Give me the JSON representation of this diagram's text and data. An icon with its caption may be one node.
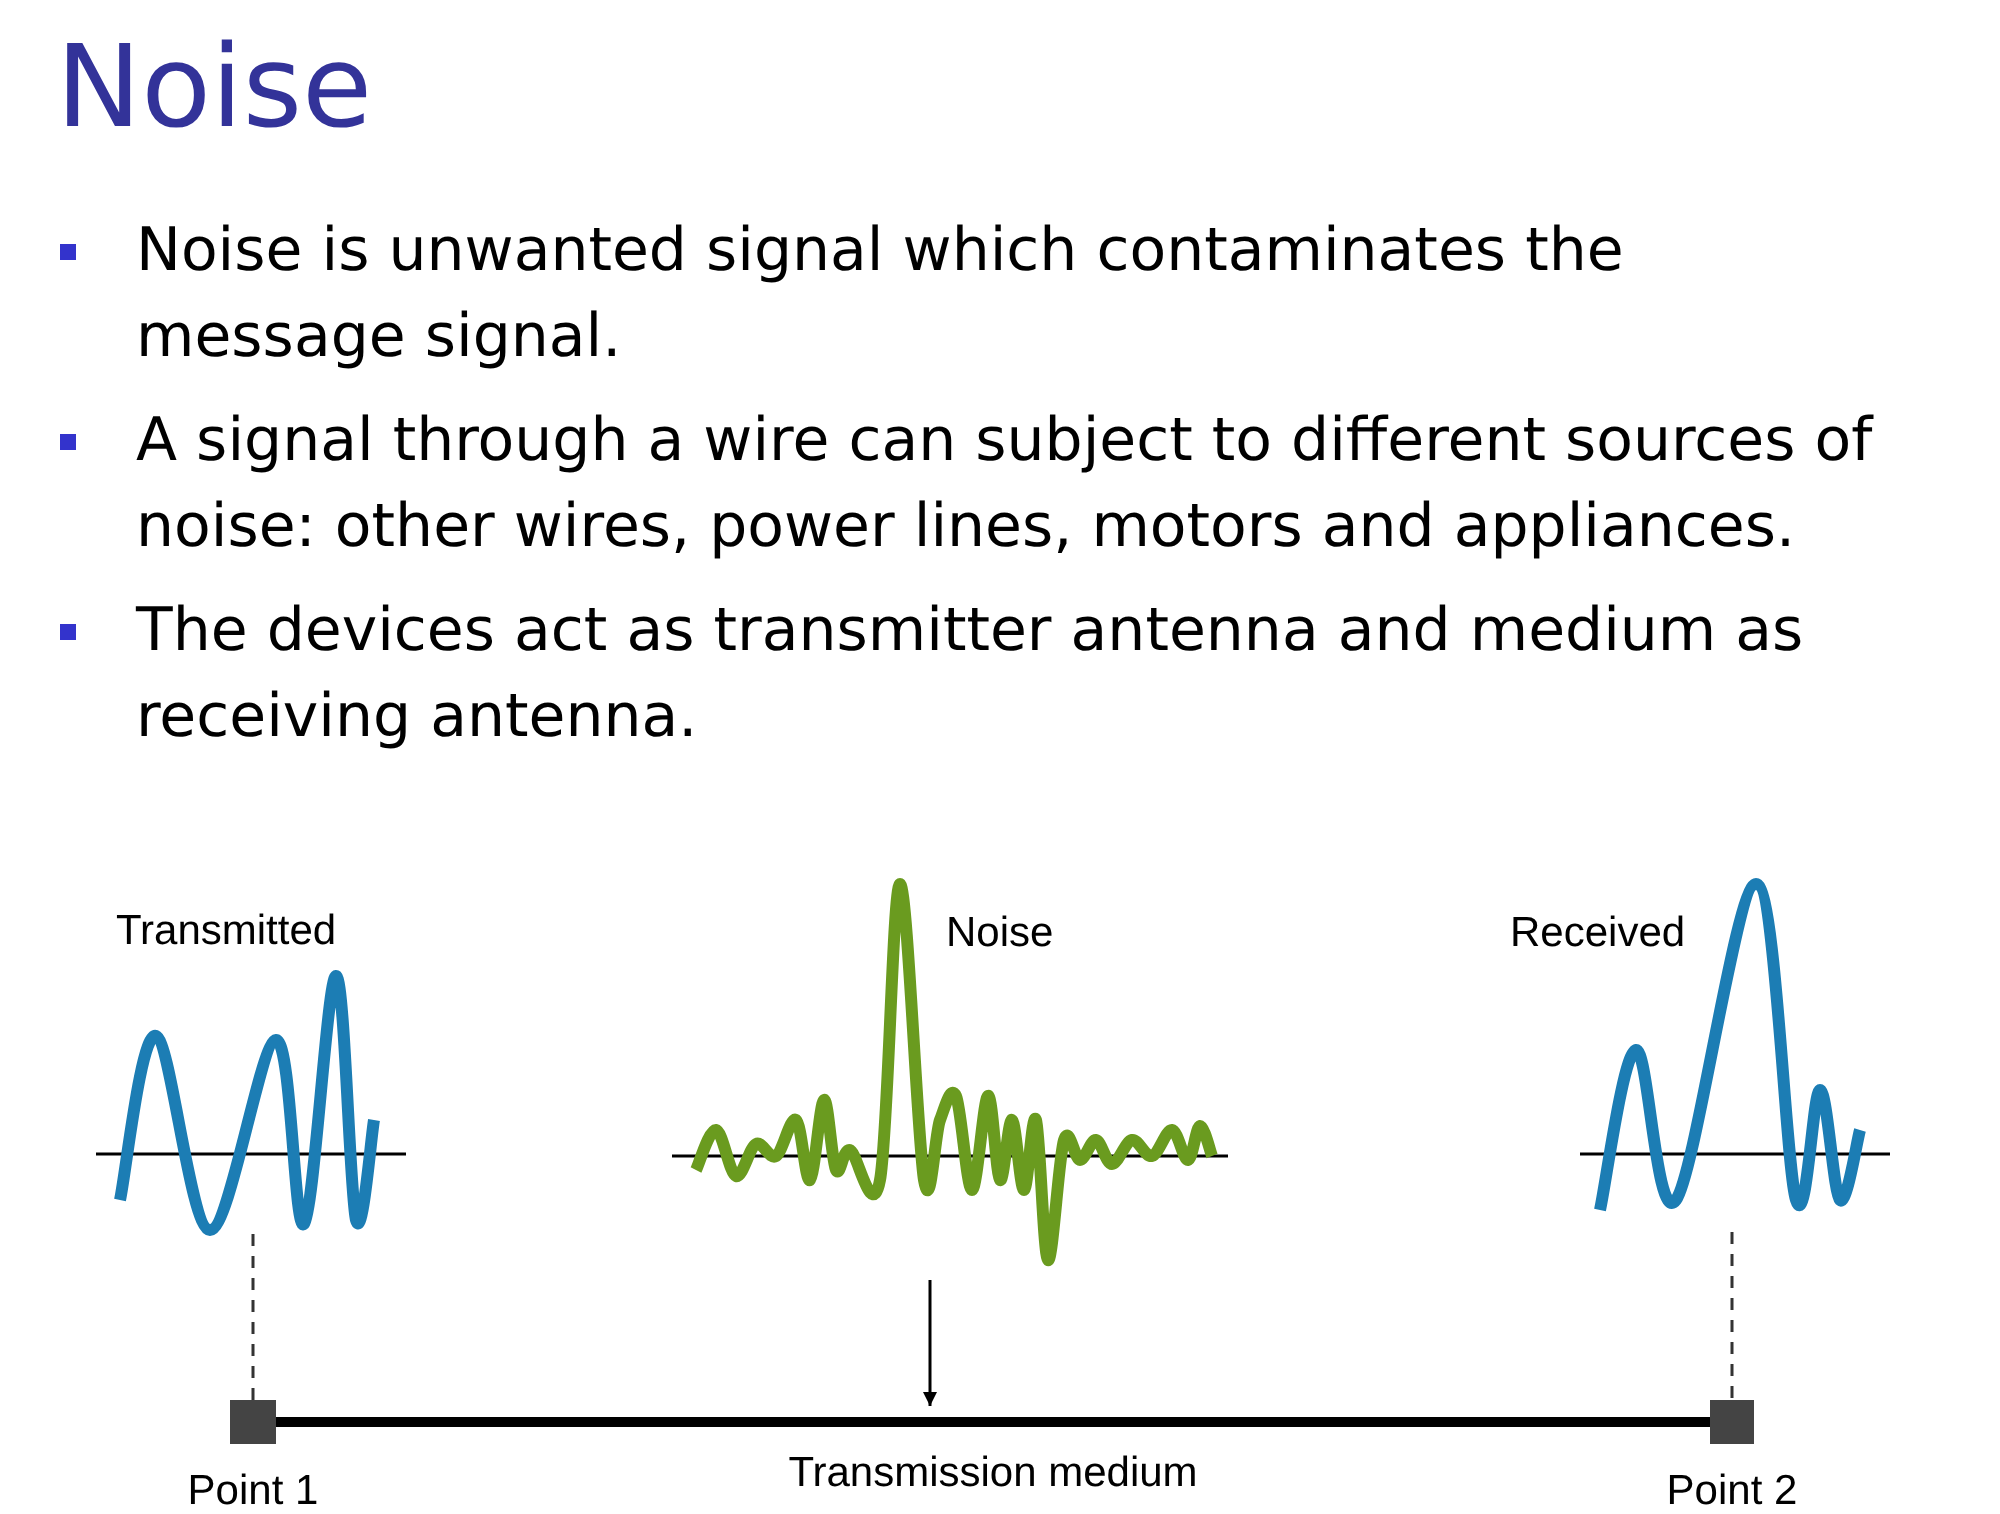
{
  "diagram": {
    "title": "Noise",
    "nodes": [
      {
        "text": [
          "Transmitted"
        ]
      },
      {
        "text": [
          "Noise"
        ]
      },
      {
        "text": [
          "Received"
        ]
      },
      {
        "text": [],
        "shape": "box",
        "beside": [
          "Point 1"
        ]
      },
      {
        "text": [],
        "shape": "box",
        "beside": [
          "Point 2"
        ]
      }
    ],
    "edges": [
      {
        "from": 0,
        "to": 3,
        "arrow": "none",
        "style": "dashed"
      },
      {
        "from": 2,
        "to": 4,
        "arrow": "none",
        "style": "dashed"
      },
      {
        "from": 3,
        "to": 4,
        "arrow": "none",
        "style": "thick",
        "label": "Transmission medium"
      },
      {
        "from": 1,
        "to": null,
        "arrow": "to"
      }
    ],
    "labels": [
      "Noise is unwanted signal which contaminates the message signal.",
      "A signal through a wire can subject to different sources of noise: other wires, power lines, motors and appliances.",
      "The devices act as transmitter antenna and medium as receiving antenna."
    ]
  }
}
